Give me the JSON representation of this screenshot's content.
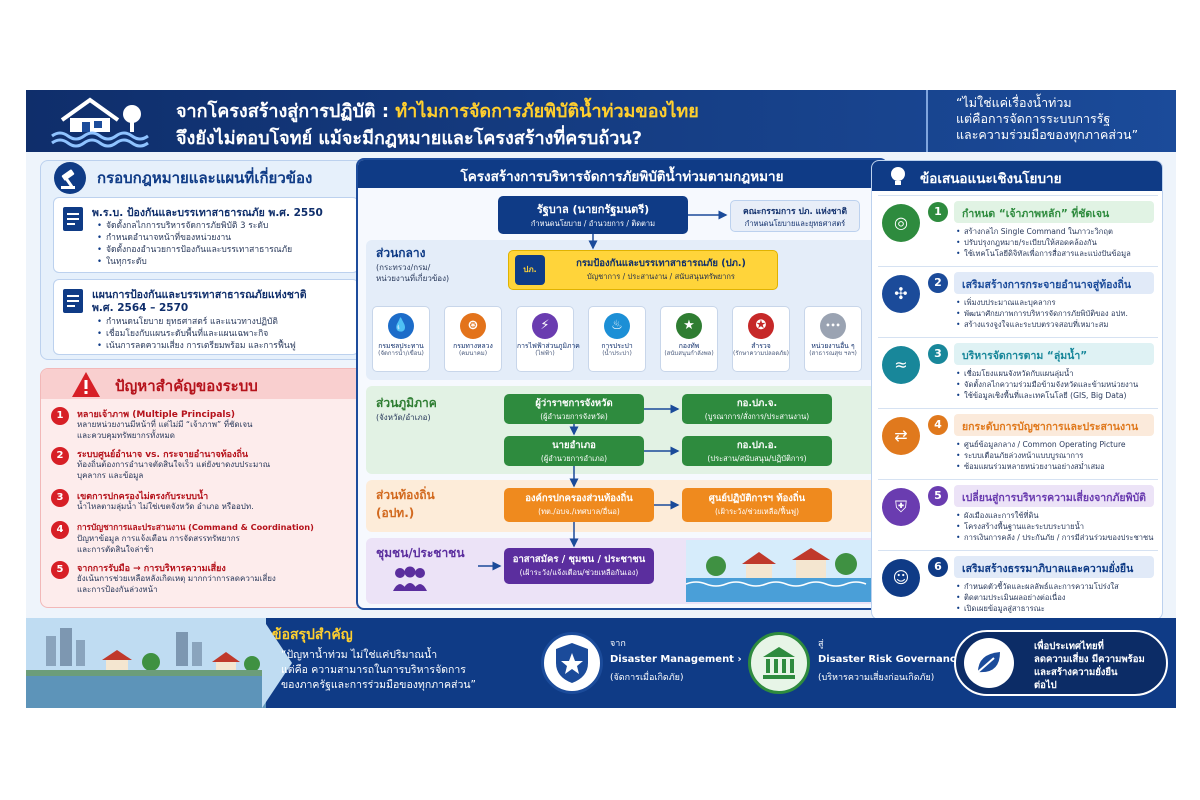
{
  "header": {
    "title_prefix": "จากโครงสร้างสู่การปฏิบัติ : ",
    "title_highlight": "ทำไมการจัดการภัยพิบัติน้ำท่วมของไทย",
    "title_line2": "จึงยังไม่ตอบโจทย์ แม้จะมีกฎหมายและโครงสร้างที่ครบถ้วน?",
    "quote": [
      "“ไม่ใช่แค่เรื่องน้ำท่วม",
      "แต่คือการจัดการระบบการรัฐ",
      "และความร่วมมือของทุกภาคส่วน”"
    ]
  },
  "law": {
    "title": "กรอบกฎหมายและแผนที่เกี่ยวข้อง",
    "item1": {
      "title": "พ.ร.บ. ป้องกันและบรรเทาสาธารณภัย พ.ศ. 2550",
      "points": [
        "จัดตั้งกลไกการบริหารจัดการภัยพิบัติ 3 ระดับ",
        "กำหนดอำนาจหน้าที่ของหน่วยงาน",
        "จัดตั้งกองอำนวยการป้องกันและบรรเทาสาธารณภัย",
        "ในทุกระดับ"
      ]
    },
    "item2": {
      "title": "แผนการป้องกันและบรรเทาสาธารณภัยแห่งชาติ",
      "title2": "พ.ศ. 2564 – 2570",
      "points": [
        "กำหนดนโยบาย ยุทธศาสตร์ และแนวทางปฏิบัติ",
        "เชื่อมโยงกับแผนระดับพื้นที่และแผนเฉพาะกิจ",
        "เน้นการลดความเสี่ยง การเตรียมพร้อม และการฟื้นฟู"
      ]
    }
  },
  "problems": {
    "title": "ปัญหาสำคัญของระบบ",
    "items": [
      {
        "num": "1",
        "head": "หลายเจ้าภาพ (Multiple Principals)",
        "desc": [
          "หลายหน่วยงานมีหน้าที่ แต่ไม่มี “เจ้าภาพ” ที่ชัดเจน",
          "และควบคุมทรัพยากรทั้งหมด"
        ]
      },
      {
        "num": "2",
        "head": "ระบบศูนย์อำนาจ vs. กระจายอำนาจท้องถิ่น",
        "desc": [
          "ท้องถิ่นต้องการอำนาจตัดสินใจเร็ว แต่ยังขาดงบประมาณ",
          "บุคลากร และข้อมูล"
        ]
      },
      {
        "num": "3",
        "head": "เขตการปกครองไม่ตรงกับระบบน้ำ",
        "desc": [
          "น้ำไหลตามลุ่มน้ำ ไม่ใช่เขตจังหวัด อำเภอ หรืออปท."
        ]
      },
      {
        "num": "4",
        "head": "การบัญชาการและประสานงาน (Command & Coordination)",
        "desc": [
          "ปัญหาข้อมูล การแจ้งเตือน การจัดสรรทรัพยากร",
          "และการตัดสินใจล่าช้า"
        ]
      },
      {
        "num": "5",
        "head": "จากการรับมือ → การบริหารความเสี่ยง",
        "desc": [
          "ยังเน้นการช่วยเหลือหลังเกิดเหตุ มากกว่าการลดความเสี่ยง",
          "และการป้องกันล่วงหน้า"
        ]
      }
    ]
  },
  "org": {
    "title": "โครงสร้างการบริหารจัดการภัยพิบัติน้ำท่วมตามกฎหมาย",
    "gov": {
      "name": "รัฐบาล (นายกรัฐมนตรี)",
      "sub": "กำหนดนโยบาย / อำนวยการ / ติดตาม"
    },
    "committee": {
      "name": "คณะกรรมการ ปภ. แห่งชาติ",
      "sub": "กำหนดนโยบายและยุทธศาสตร์"
    },
    "central": {
      "label": "ส่วนกลาง",
      "sub": [
        "(กระทรวง/กรม/",
        "หน่วยงานที่เกี่ยวข้อง)"
      ]
    },
    "dept": {
      "name": "กรมป้องกันและบรรเทาสาธารณภัย (ปภ.)",
      "sub": "บัญชาการ / ประสานงาน / สนับสนุนทรัพยากร",
      "logo": "ปภ."
    },
    "agencies": [
      {
        "name": "กรมชลประทาน",
        "sub": "(จัดการน้ำ/เขื่อน)",
        "icon": "droplet-icon",
        "color": "#1c6cc9"
      },
      {
        "name": "กรมทางหลวง",
        "sub": "(คมนาคม)",
        "icon": "road-icon",
        "color": "#e3731b"
      },
      {
        "name": "การไฟฟ้าส่วนภูมิภาค",
        "sub": "(ไฟฟ้า)",
        "icon": "electric-icon",
        "color": "#6a3cb0"
      },
      {
        "name": "การประปา",
        "sub": "(น้ำประปา)",
        "icon": "water-tap-icon",
        "color": "#1c8fd6"
      },
      {
        "name": "กองทัพ",
        "sub": "(สนับสนุนกำลังพล)",
        "icon": "military-icon",
        "color": "#2f7d32"
      },
      {
        "name": "สำรวจ",
        "sub": "(รักษาความปลอดภัย)",
        "icon": "police-icon",
        "color": "#c62828"
      },
      {
        "name": "หน่วยงานอื่น ๆ",
        "sub": "(สาธารณสุข ฯลฯ)",
        "icon": "more-icon",
        "color": "#9aa3b2"
      }
    ],
    "regional": {
      "label": "ส่วนภูมิภาค",
      "sub": "(จังหวัด/อำเภอ)"
    },
    "governor": {
      "name": "ผู้ว่าราชการจังหวัด",
      "sub": "(ผู้อำนวยการจังหวัด)"
    },
    "ko_prov": {
      "name": "กอ.ปภ.จ.",
      "sub": "(บูรณาการ/สั่งการ/ประสานงาน)"
    },
    "district": {
      "name": "นายอำเภอ",
      "sub": "(ผู้อำนวยการอำเภอ)"
    },
    "ko_dist": {
      "name": "กอ.ปภ.อ.",
      "sub": "(ประสาน/สนับสนุน/ปฏิบัติการ)"
    },
    "local": {
      "label": "ส่วนท้องถิ่น",
      "sub": "(อปท.)"
    },
    "lao": {
      "name": "องค์กรปกครองส่วนท้องถิ่น",
      "sub": "(ทต./อบจ./เทศบาล/อื่นอ)"
    },
    "center": {
      "name": "ศูนย์ปฏิบัติการฯ ท้องถิ่น",
      "sub": "(เฝ้าระวัง/ช่วยเหลือ/ฟื้นฟู)"
    },
    "community": {
      "label": "ชุมชน/ประชาชน"
    },
    "volunteer": {
      "name": "อาสาสมัคร / ชุมชน / ประชาชน",
      "sub": "(เฝ้าระวัง/แจ้งเตือน/ช่วยเหลือกันเอง)"
    }
  },
  "recommend": {
    "title": "ข้อเสนอแนะเชิงนโยบาย",
    "items": [
      {
        "num": "1",
        "head": "กำหนด “เจ้าภาพหลัก” ที่ชัดเจน",
        "color": "#2e8b3e",
        "bg": "#e1f3e4",
        "icon": "target-icon",
        "points": [
          "สร้างกลไก Single Command ในภาวะวิกฤต",
          "ปรับปรุงกฎหมาย/ระเบียบให้สอดคล้องกัน",
          "ใช้เทคโนโลยีดิจิทัลเพื่อการสื่อสารและแบ่งปันข้อมูล"
        ]
      },
      {
        "num": "2",
        "head": "เสริมสร้างการกระจายอำนาจสู่ท้องถิ่น",
        "color": "#1b4b9a",
        "bg": "#e1eaf8",
        "icon": "network-icon",
        "points": [
          "เพิ่มงบประมาณและบุคลากร",
          "พัฒนาศักยภาพการบริหารจัดการภัยพิบัติของ อปท.",
          "สร้างแรงจูงใจและระบบตรวจสอบที่เหมาะสม"
        ]
      },
      {
        "num": "3",
        "head": "บริหารจัดการตาม “ลุ่มน้ำ”",
        "color": "#18879a",
        "bg": "#dff2f4",
        "icon": "river-icon",
        "points": [
          "เชื่อมโยงแผนจังหวัดกับแผนลุ่มน้ำ",
          "จัดตั้งกลไกความร่วมมือข้ามจังหวัดและข้ามหน่วยงาน",
          "ใช้ข้อมูลเชิงพื้นที่และเทคโนโลยี (GIS, Big Data)"
        ]
      },
      {
        "num": "4",
        "head": "ยกระดับการบัญชาการและประสานงาน",
        "color": "#e0791d",
        "bg": "#fbeadb",
        "icon": "coordination-icon",
        "points": [
          "ศูนย์ข้อมูลกลาง / Common Operating Picture",
          "ระบบเตือนภัยล่วงหน้าแบบบูรณาการ",
          "ซ้อมแผนร่วมหลายหน่วยงานอย่างสม่ำเสมอ"
        ]
      },
      {
        "num": "5",
        "head": "เปลี่ยนสู่การบริหารความเสี่ยงจากภัยพิบัติ",
        "color": "#6a3cb0",
        "bg": "#ece3f7",
        "icon": "shield-icon",
        "points": [
          "ผังเมืองและการใช้ที่ดิน",
          "โครงสร้างพื้นฐานและระบบระบายน้ำ",
          "การเงินการคลัง / ประกันภัย / การมีส่วนร่วมของประชาชน"
        ]
      },
      {
        "num": "6",
        "head": "เสริมสร้างธรรมาภิบาลและความยั่งยืน",
        "color": "#0f3b86",
        "bg": "#e1eaf8",
        "icon": "people-icon",
        "points": [
          "กำหนดตัวชี้วัดและผลลัพธ์และการความโปร่งใส",
          "ติดตามประเมินผลอย่างต่อเนื่อง",
          "เปิดเผยข้อมูลสู่สาธารณะ"
        ]
      }
    ]
  },
  "footer": {
    "title": "ข้อสรุปสำคัญ",
    "quote": [
      "“ปัญหาน้ำท่วม ไม่ใช่แค่ปริมาณน้ำ",
      "แต่คือ ความสามารถในการบริหารจัดการ",
      "ของภาครัฐและการร่วมมือของทุกภาคส่วน”"
    ],
    "from_small": "จาก",
    "from_big": "Disaster Management",
    "from_sub": "(จัดการเมื่อเกิดภัย)",
    "to_small": "สู่",
    "to_big": "Disaster Risk Governance",
    "to_sub": "(บริหารความเสี่ยงก่อนเกิดภัย)",
    "goal": [
      "เพื่อประเทศไทยที่",
      "ลดความเสี่ยง มีความพร้อม",
      "และสร้างความยั่งยืน",
      "ต่อไป"
    ]
  }
}
